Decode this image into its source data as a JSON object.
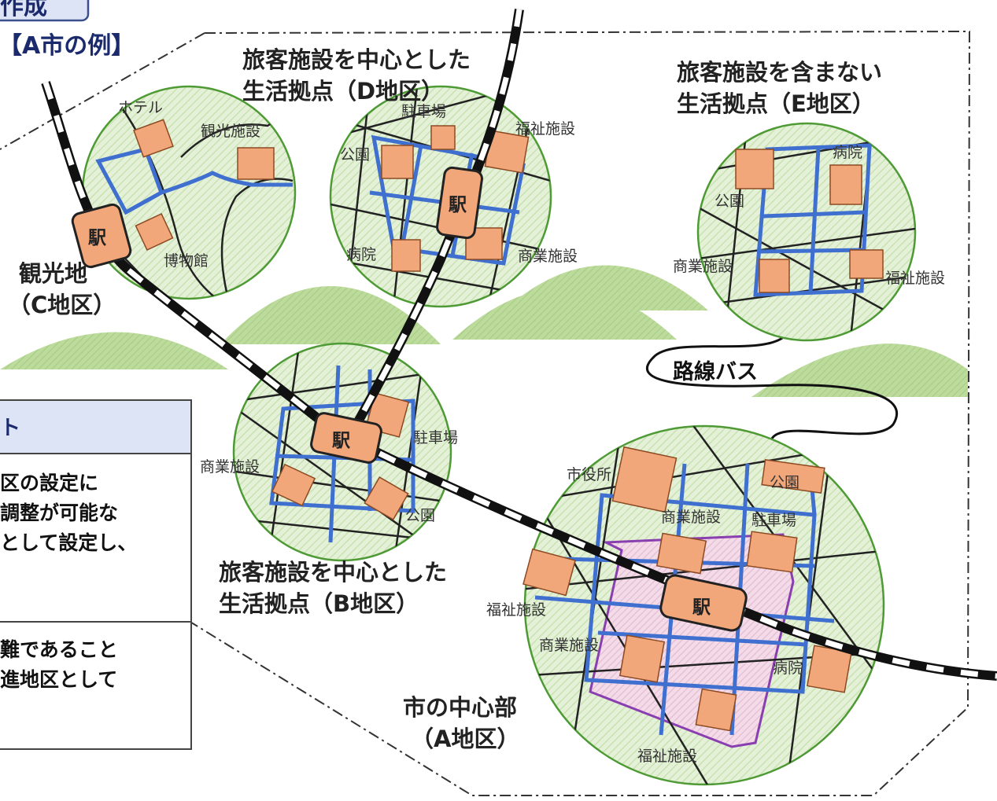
{
  "header": {
    "title_fragment": "作成",
    "example_label": "【A市の例】"
  },
  "areas": {
    "c": {
      "name_line1": "観光地",
      "name_line2": "（C地区）"
    },
    "d": {
      "name_line1": "旅客施設を中心とした",
      "name_line2": "生活拠点（D地区）"
    },
    "e": {
      "name_line1": "旅客施設を含まない",
      "name_line2": "生活拠点（E地区）"
    },
    "b": {
      "name_line1": "旅客施設を中心とした",
      "name_line2": "生活拠点（B地区）"
    },
    "a": {
      "name_line1": "市の中心部",
      "name_line2": "（A地区）"
    }
  },
  "bus_label": "路線バス",
  "facilities": {
    "station": "駅",
    "hotel": "ホテル",
    "sightseeing": "観光施設",
    "museum": "博物館",
    "parking": "駐車場",
    "welfare": "福祉施設",
    "park": "公園",
    "hospital": "病院",
    "commercial": "商業施設",
    "city_hall": "市役所"
  },
  "side_panel": {
    "header_fragment": "ト",
    "text1": [
      "区の設定に",
      "調整が可能な",
      "として設定し、"
    ],
    "text2": [
      "難であること",
      "進地区として"
    ]
  },
  "colors": {
    "circle_fill": "#e6f2dc",
    "circle_stroke": "#4e9a34",
    "hill_fill": "#b9d99a",
    "road_blue": "#3f6fcf",
    "building": "#f2a77a",
    "priority_zone": "#8a3fb0",
    "header_bg": "#dde4f6"
  }
}
